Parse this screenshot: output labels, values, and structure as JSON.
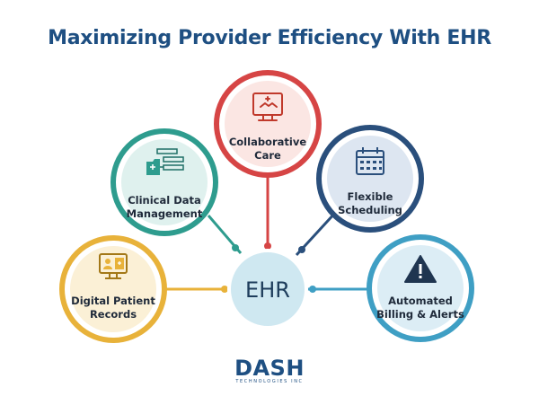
{
  "title": "Maximizing Provider Efficiency With EHR",
  "hub": {
    "label": "EHR",
    "color": "#cfe8f1"
  },
  "nodes": [
    {
      "id": "collaborative-care",
      "lines": [
        "Collaborative",
        "Care"
      ],
      "color": "#d64545",
      "icon": "handshake-monitor-icon"
    },
    {
      "id": "clinical-data-management",
      "lines": [
        "Clinical Data",
        "Management"
      ],
      "color": "#2e9c8e",
      "icon": "data-folder-icon"
    },
    {
      "id": "flexible-scheduling",
      "lines": [
        "Flexible",
        "Scheduling"
      ],
      "color": "#2a4f7c",
      "icon": "calendar-icon"
    },
    {
      "id": "digital-patient-records",
      "lines": [
        "Digital Patient",
        "Records"
      ],
      "color": "#e8b23a",
      "icon": "patient-record-icon"
    },
    {
      "id": "automated-billing-alerts",
      "lines": [
        "Automated",
        "Billing & Alerts"
      ],
      "color": "#3f9fc4",
      "icon": "warning-icon"
    }
  ],
  "logo": {
    "text": "DASH",
    "subtitle": "TECHNOLOGIES INC"
  }
}
